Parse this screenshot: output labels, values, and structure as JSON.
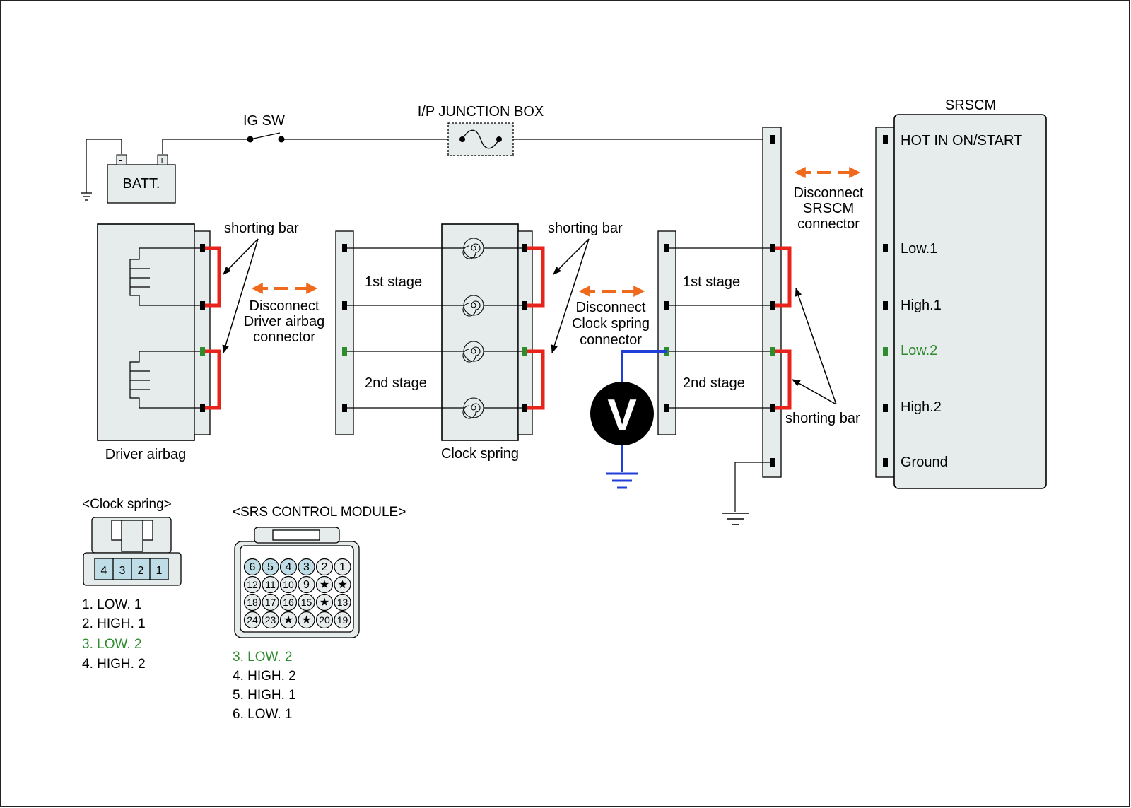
{
  "labels": {
    "ig_sw": "IG SW",
    "jbox": "I/P JUNCTION BOX",
    "batt": "BATT.",
    "batt_minus": "-",
    "batt_plus": "+",
    "srscm": "SRSCM",
    "shorting_bar": "shorting bar",
    "disc_driver": [
      "Disconnect",
      "Driver airbag",
      "connector"
    ],
    "disc_clock": [
      "Disconnect",
      "Clock spring",
      "connector"
    ],
    "disc_srscm": [
      "Disconnect",
      "SRSCM",
      "connector"
    ],
    "first_stage": "1st stage",
    "second_stage": "2nd stage",
    "driver_airbag": "Driver airbag",
    "clock_spring": "Clock spring",
    "voltmeter": "V"
  },
  "srscm_pins": [
    "HOT IN ON/START",
    "Low.1",
    "High.1",
    "Low.2",
    "High.2",
    "Ground"
  ],
  "clock_connector": {
    "title": "<Clock spring>",
    "pins": [
      "4",
      "3",
      "2",
      "1"
    ],
    "legend": [
      "1. LOW. 1",
      "2. HIGH. 1",
      "3. LOW. 2",
      "4. HIGH. 2"
    ]
  },
  "srs_connector": {
    "title": "<SRS CONTROL MODULE>",
    "rows": [
      [
        "6",
        "5",
        "4",
        "3",
        "2",
        "1"
      ],
      [
        "12",
        "11",
        "10",
        "9",
        "★",
        "★"
      ],
      [
        "18",
        "17",
        "16",
        "15",
        "★",
        "13"
      ],
      [
        "24",
        "23",
        "★",
        "★",
        "20",
        "19"
      ]
    ],
    "legend": [
      "3. LOW. 2",
      "4. HIGH. 2",
      "5. HIGH. 1",
      "6. LOW. 1"
    ]
  },
  "colors": {
    "shorting_bar": "#e8231c",
    "disconnect_arrow": "#f06a1e",
    "probe_wire": "#1f3fd8",
    "highlight": "#2e8b2e",
    "box_fill": "#e6ebeb",
    "pin_fill": "#bfdde6"
  }
}
